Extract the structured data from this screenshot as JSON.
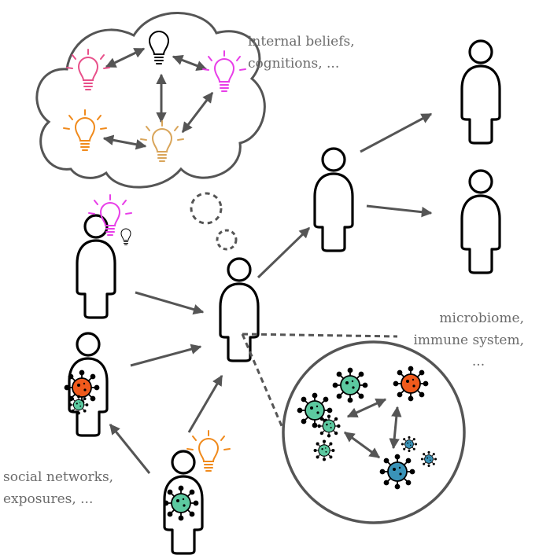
{
  "labels": {
    "thought_line1": "internal beliefs,",
    "thought_line2": "cognitions, ...",
    "micro_line1": "microbiome,",
    "micro_line2": "immune system,",
    "micro_line3": "...",
    "social_line1": "social networks,",
    "social_line2": "exposures, ..."
  },
  "icons": {
    "person": "person-outline-icon",
    "bulb": "lightbulb-icon",
    "microbe": "microbe-icon",
    "cloud": "thought-cloud",
    "lens": "magnified-circle"
  },
  "colors": {
    "line": "#000000",
    "arrow": "#555555",
    "frame": "#555555",
    "text": "#6b6b6b",
    "bulb_black": "#000000",
    "bulb_pink": "#e8508a",
    "bulb_magenta": "#e83ee8",
    "bulb_orange": "#f08a1c",
    "bulb_tan": "#d9a55a",
    "microbe_teal": "#5cc9a0",
    "microbe_orange": "#f05a1c",
    "microbe_blue": "#3a93b8"
  }
}
